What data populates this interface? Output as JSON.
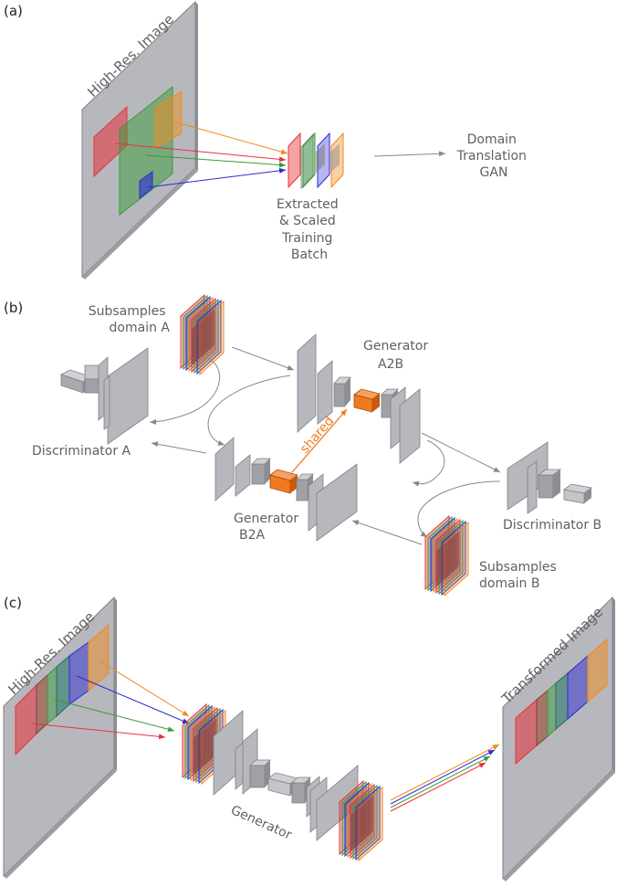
{
  "panels": {
    "a": {
      "tag": "(a)",
      "image_label": "High-Res. Image",
      "batch_label": [
        "Extracted",
        "& Scaled",
        "Training",
        "Batch"
      ],
      "gan_label": [
        "Domain",
        "Translation",
        "GAN"
      ]
    },
    "b": {
      "tag": "(b)",
      "subsamples_a": [
        "Subsamples",
        "domain A"
      ],
      "generator_a2b": [
        "Generator",
        "A2B"
      ],
      "discriminator_a": "Discriminator A",
      "shared": "shared",
      "generator_b2a": [
        "Generator",
        "B2A"
      ],
      "discriminator_b": "Discriminator B",
      "subsamples_b": [
        "Subsamples",
        "domain B"
      ]
    },
    "c": {
      "tag": "(c)",
      "image_label": "High-Res. Image",
      "generator_label": "Generator",
      "transformed_label": "Transformed Image"
    }
  },
  "colors": {
    "red": "#e8313a",
    "green": "#3a9a3a",
    "blue": "#2b2bd0",
    "orange": "#f08a1e",
    "shared": "#f07a1e",
    "layer": "#b7b8bd",
    "layer_edge": "#7e7f85",
    "arrow": "#888888"
  }
}
